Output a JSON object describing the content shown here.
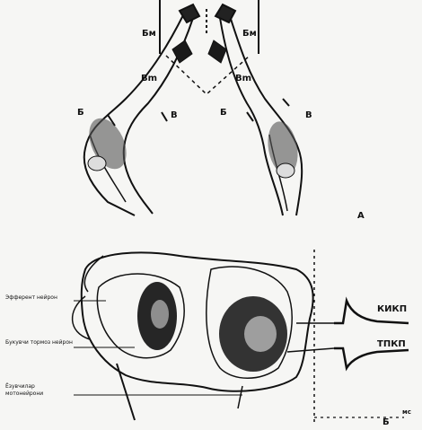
{
  "figure": {
    "upper_panel": {
      "panel_label": "A",
      "left_arm": {
        "muscle_top": "Бм",
        "muscle_mid": "Вm",
        "label_left": "Б",
        "label_right": "В"
      },
      "right_arm": {
        "muscle_top": "Бм",
        "muscle_mid": "Вm",
        "label_left": "Б",
        "label_right": "В"
      }
    },
    "lower_panel": {
      "panel_label": "Б",
      "left_labels": [
        "Эфферент нейрон",
        "Букувчи тормоз нейрон",
        "Ёзувчилар мотонейрони"
      ],
      "trace_labels": [
        "КИКП",
        "ТПКП"
      ],
      "time_unit": "мс"
    }
  }
}
